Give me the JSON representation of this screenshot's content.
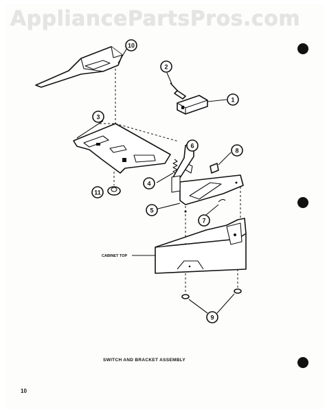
{
  "watermark": "AppliancePartsPros.com",
  "caption": "SWITCH AND BRACKET ASSEMBLY",
  "page_number": "10",
  "labels": {
    "cabinet_top": "CABINET TOP"
  },
  "callouts": [
    "1",
    "2",
    "3",
    "4",
    "5",
    "6",
    "7",
    "8",
    "9",
    "10",
    "11"
  ],
  "colors": {
    "ink": "#111111",
    "paper": "#fdfdfb",
    "watermark": "#e4e4e4"
  }
}
